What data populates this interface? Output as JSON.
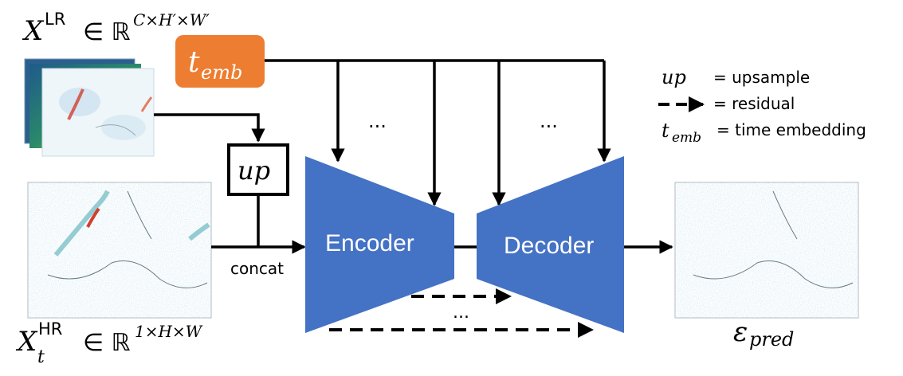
{
  "inputs": {
    "lr_label": {
      "base": "X",
      "sup": "LR",
      "rest": "∈ ℝ",
      "dims": "C×H′×W′"
    },
    "hr_label": {
      "base": "X",
      "sup": "HR",
      "sub": "t",
      "rest": "∈ ℝ",
      "dims": "1×H×W"
    }
  },
  "time_embedding": {
    "base": "t",
    "sub": "emb"
  },
  "up_block": {
    "label": "up"
  },
  "concat_label": "concat",
  "encoder_label": "Encoder",
  "decoder_label": "Decoder",
  "ellipses": {
    "encoder_inputs": "...",
    "decoder_inputs": "...",
    "skip": "..."
  },
  "output_label": {
    "base": "ε",
    "sub": "pred"
  },
  "legend": {
    "up": {
      "symbol": "up",
      "text": "= upsample"
    },
    "residual": {
      "text": "= residual"
    },
    "temb": {
      "symbol_base": "t",
      "symbol_sub": "emb",
      "text": "= time embedding"
    }
  },
  "colors": {
    "block_blue": "#4472c4",
    "temb_orange": "#ed7d31",
    "arrow": "#000000",
    "heatmap_blue": "#9fcbe0",
    "heatmap_red": "#d04030"
  }
}
